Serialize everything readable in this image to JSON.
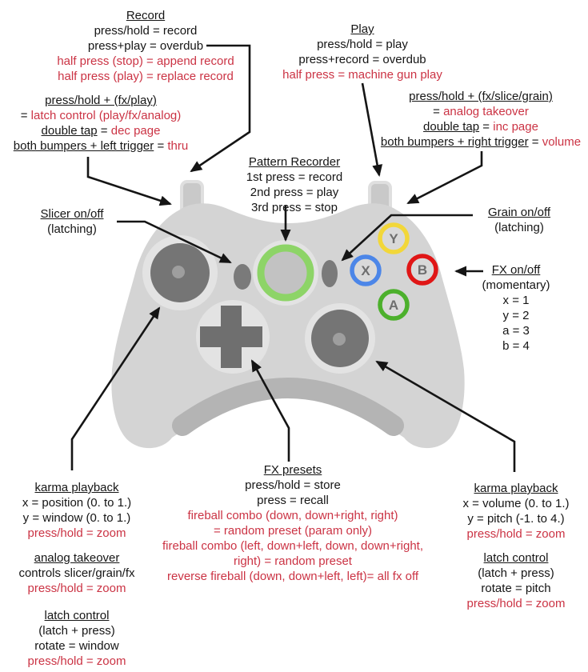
{
  "figure_title": "game controller mapping diagram",
  "colors": {
    "annotation_red": "#cb3344",
    "annotation_black": "#151515",
    "guide_ring_green": "#8dd467",
    "body_gray": "#d4d4d4"
  },
  "blocks": {
    "record": {
      "lines": [
        [
          {
            "t": "Record",
            "u": true
          }
        ],
        [
          {
            "t": "press/hold = record"
          }
        ],
        [
          {
            "t": "press+play = overdub"
          }
        ],
        [
          {
            "t": "half press (stop) = append record",
            "c": "red"
          }
        ],
        [
          {
            "t": "half press (play) = replace record",
            "c": "red"
          }
        ]
      ]
    },
    "play": {
      "lines": [
        [
          {
            "t": "Play",
            "u": true
          }
        ],
        [
          {
            "t": "press/hold = play"
          }
        ],
        [
          {
            "t": "press+record = overdub"
          }
        ],
        [
          {
            "t": "half press = machine gun play",
            "c": "red"
          }
        ]
      ]
    },
    "left_bumper": {
      "lines": [
        [
          {
            "t": "press/hold + (fx/play)",
            "u": true
          }
        ],
        [
          {
            "t": "= "
          },
          {
            "t": "latch control (play/fx/analog)",
            "c": "red"
          }
        ],
        [
          {
            "t": "double tap",
            "u": true
          },
          {
            "t": " = "
          },
          {
            "t": "dec page",
            "c": "red"
          }
        ],
        [
          {
            "t": "both bumpers + left trigger",
            "u": true
          },
          {
            "t": " = "
          },
          {
            "t": "thru",
            "c": "red"
          }
        ]
      ]
    },
    "right_bumper": {
      "lines": [
        [
          {
            "t": "press/hold + (fx/slice/grain)",
            "u": true
          }
        ],
        [
          {
            "t": "= "
          },
          {
            "t": "analog takeover",
            "c": "red"
          }
        ],
        [
          {
            "t": "double tap",
            "u": true
          },
          {
            "t": " = "
          },
          {
            "t": "inc page",
            "c": "red"
          }
        ],
        [
          {
            "t": "both bumpers + right trigger",
            "u": true
          },
          {
            "t": " = "
          },
          {
            "t": "volume",
            "c": "red"
          }
        ]
      ]
    },
    "pattern_recorder": {
      "lines": [
        [
          {
            "t": "Pattern Recorder",
            "u": true
          }
        ],
        [
          {
            "t": "1st press = record"
          }
        ],
        [
          {
            "t": "2nd press = play"
          }
        ],
        [
          {
            "t": "3rd press = stop"
          }
        ]
      ]
    },
    "slicer": {
      "lines": [
        [
          {
            "t": "Slicer on/off",
            "u": true
          }
        ],
        [
          {
            "t": "(latching)"
          }
        ]
      ]
    },
    "grain": {
      "lines": [
        [
          {
            "t": "Grain on/off",
            "u": true
          }
        ],
        [
          {
            "t": "(latching)"
          }
        ]
      ]
    },
    "fx_onoff": {
      "lines": [
        [
          {
            "t": "FX on/off",
            "u": true
          }
        ],
        [
          {
            "t": "(momentary)"
          }
        ],
        [
          {
            "t": "x = 1"
          }
        ],
        [
          {
            "t": "y = 2"
          }
        ],
        [
          {
            "t": "a = 3"
          }
        ],
        [
          {
            "t": "b = 4"
          }
        ]
      ]
    },
    "karma_left": {
      "lines": [
        [
          {
            "t": "karma playback",
            "u": true
          }
        ],
        [
          {
            "t": "x = position (0. to 1.)"
          }
        ],
        [
          {
            "t": "y = window (0. to 1.)"
          }
        ],
        [
          {
            "t": "press/hold = zoom",
            "c": "red"
          }
        ]
      ]
    },
    "analog_takeover": {
      "lines": [
        [
          {
            "t": "analog takeover",
            "u": true
          }
        ],
        [
          {
            "t": "controls slicer/grain/fx"
          }
        ],
        [
          {
            "t": "press/hold = zoom",
            "c": "red"
          }
        ]
      ]
    },
    "latch_left": {
      "lines": [
        [
          {
            "t": "latch control",
            "u": true
          }
        ],
        [
          {
            "t": "(latch + press)"
          }
        ],
        [
          {
            "t": "rotate = window"
          }
        ],
        [
          {
            "t": "press/hold = zoom",
            "c": "red"
          }
        ]
      ]
    },
    "fx_presets": {
      "lines": [
        [
          {
            "t": "FX presets",
            "u": true
          }
        ],
        [
          {
            "t": "press/hold = store"
          }
        ],
        [
          {
            "t": "press = recall"
          }
        ],
        [
          {
            "t": "fireball combo (down, down+right, right)",
            "c": "red"
          }
        ],
        [
          {
            "t": "= random preset (param only)",
            "c": "red"
          }
        ],
        [
          {
            "t": "fireball combo (left, down+left, down, down+right,",
            "c": "red"
          }
        ],
        [
          {
            "t": "right) = random preset",
            "c": "red"
          }
        ],
        [
          {
            "t": "reverse fireball (down, down+left, left)= all fx off",
            "c": "red"
          }
        ]
      ]
    },
    "karma_right": {
      "lines": [
        [
          {
            "t": "karma playback",
            "u": true
          }
        ],
        [
          {
            "t": "x = volume (0. to 1.)"
          }
        ],
        [
          {
            "t": "y = pitch (-1. to 4.)"
          }
        ],
        [
          {
            "t": "press/hold = zoom",
            "c": "red"
          }
        ]
      ]
    },
    "latch_right": {
      "lines": [
        [
          {
            "t": "latch control",
            "u": true
          }
        ],
        [
          {
            "t": "(latch + press)"
          }
        ],
        [
          {
            "t": "rotate = pitch"
          }
        ],
        [
          {
            "t": "press/hold = zoom",
            "c": "red"
          }
        ]
      ]
    }
  },
  "controller": {
    "guide_ring_color": "#8dd467",
    "face_buttons": [
      {
        "id": "y",
        "label": "Y",
        "ring_color": "#f2d73a"
      },
      {
        "id": "x",
        "label": "X",
        "ring_color": "#4c86e8"
      },
      {
        "id": "b",
        "label": "B",
        "ring_color": "#e01616"
      },
      {
        "id": "a",
        "label": "A",
        "ring_color": "#4cb02c"
      }
    ]
  }
}
